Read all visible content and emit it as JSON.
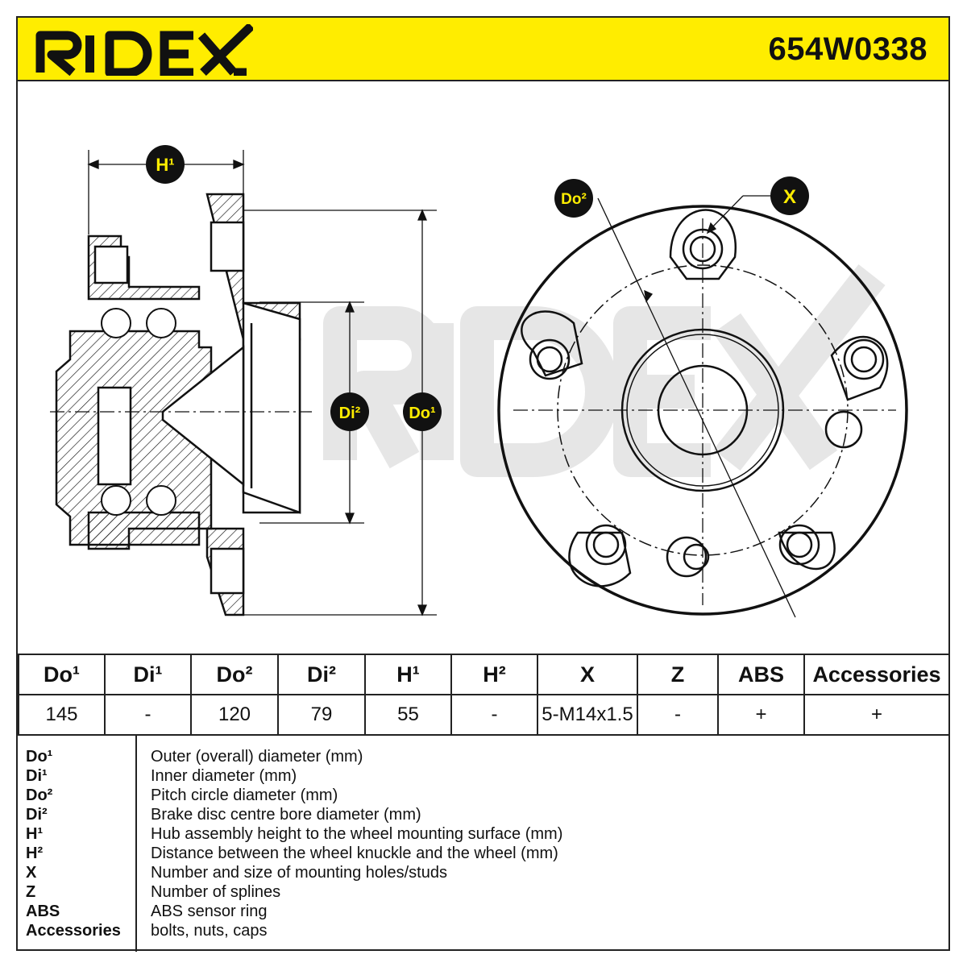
{
  "brand": "RIDEX",
  "part_number": "654W0338",
  "colors": {
    "accent": "#ffed00",
    "ink": "#111111",
    "watermark": "#e6e6e6"
  },
  "drawing": {
    "labels": {
      "h1": "H¹",
      "di2": "Di²",
      "do1": "Do¹",
      "do2": "Do²",
      "x": "X"
    },
    "watermark": "RIDEX"
  },
  "table": {
    "headers": [
      "Do¹",
      "Di¹",
      "Do²",
      "Di²",
      "H¹",
      "H²",
      "X",
      "Z",
      "ABS",
      "Accessories"
    ],
    "values": [
      "145",
      "-",
      "120",
      "79",
      "55",
      "-",
      "5-M14x1.5",
      "-",
      "+",
      "+"
    ]
  },
  "legend": [
    {
      "key": "Do¹",
      "desc": "Outer (overall) diameter (mm)"
    },
    {
      "key": "Di¹",
      "desc": "Inner diameter (mm)"
    },
    {
      "key": "Do²",
      "desc": "Pitch circle diameter (mm)"
    },
    {
      "key": "Di²",
      "desc": "Brake disc centre bore diameter (mm)"
    },
    {
      "key": "H¹",
      "desc": "Hub assembly height to the wheel mounting surface (mm)"
    },
    {
      "key": "H²",
      "desc": "Distance between the wheel knuckle and the wheel (mm)"
    },
    {
      "key": "X",
      "desc": "Number and size of mounting holes/studs"
    },
    {
      "key": "Z",
      "desc": "Number of splines"
    },
    {
      "key": "ABS",
      "desc": "ABS sensor ring"
    },
    {
      "key": "Accessories",
      "desc": "bolts, nuts, caps"
    }
  ]
}
